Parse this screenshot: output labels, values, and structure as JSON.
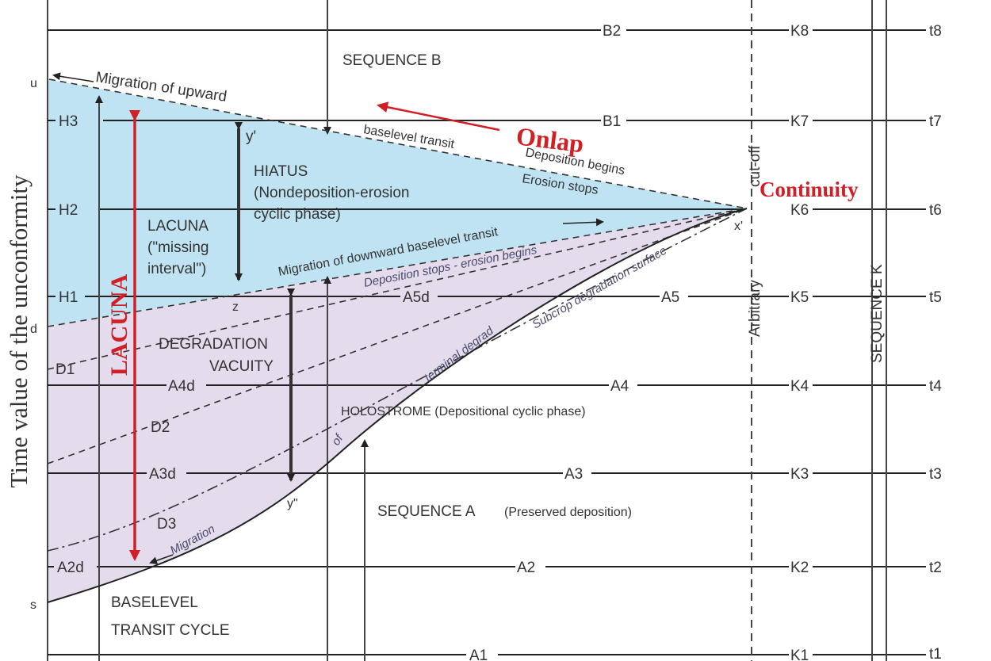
{
  "colors": {
    "hiatus_fill": "#bfe3f2",
    "vacuity_fill": "#e4dcec",
    "accent_red": "#d21f26",
    "line": "#222222"
  },
  "left_axis": {
    "title": "Time value of the unconformity",
    "labels": {
      "u": "u",
      "d": "d",
      "s": "s"
    }
  },
  "horizons": {
    "H3": "H3",
    "H2": "H2",
    "H1": "H1",
    "D1": "D1",
    "D2": "D2",
    "D3": "D3",
    "A4d": "A4d",
    "A3d": "A3d",
    "A2d": "A2d",
    "A5d": "A5d",
    "B2": "B2",
    "B1": "B1",
    "A5": "A5",
    "A4": "A4",
    "A3": "A3",
    "A2": "A2",
    "A1": "A1"
  },
  "right_labels": {
    "K": [
      "K8",
      "K7",
      "K6",
      "K5",
      "K4",
      "K3",
      "K2",
      "K1"
    ],
    "t": [
      "t8",
      "t7",
      "t6",
      "t5",
      "t4",
      "t3",
      "t2",
      "t1"
    ]
  },
  "points": {
    "y_prime": "y'",
    "z": "z",
    "x_prime": "x'",
    "y_dprime": "y\""
  },
  "annotations": {
    "sequence_b": "SEQUENCE B",
    "migration_upward": "Migration of upward",
    "baselevel_transit": "baselevel transit",
    "deposition_begins": "Deposition begins",
    "erosion_stops": "Erosion stops",
    "onlap": "Onlap",
    "continuity": "Continuity",
    "cut_off": "cut-off",
    "arbitrary": "Arbitrary",
    "sequence_k": "SEQUENCE K",
    "hiatus_1": "HIATUS",
    "hiatus_2": "(Nondeposition-erosion",
    "hiatus_3": "cyclic phase)",
    "lacuna_1": "LACUNA",
    "lacuna_2": "(\"missing",
    "lacuna_3": "interval\")",
    "lacuna_red": "LACUNA",
    "migration_downward": "Migration of downward baselevel transit",
    "deposition_stops": "Deposition stops - erosion begins",
    "degradation_vacuity_1": "DEGRADATION",
    "degradation_vacuity_2": "VACUITY",
    "terminal_degradation": "terminal degradation",
    "subcrop_surface": "Subcrop degradation surface",
    "of": "of",
    "holostrome": "HOLOSTROME (Depositional cyclic phase)",
    "sequence_a": "SEQUENCE A",
    "preserved": "(Preserved deposition)",
    "migration": "Migration",
    "baselevel_cycle_1": "BASELEVEL",
    "baselevel_cycle_2": "TRANSIT CYCLE"
  }
}
